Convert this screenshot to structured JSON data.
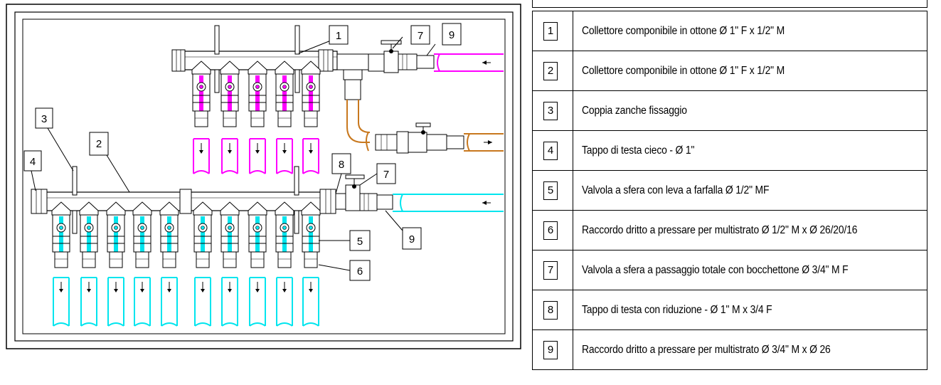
{
  "callouts": {
    "c1": "1",
    "c2": "2",
    "c3": "3",
    "c4": "4",
    "c5": "5",
    "c6": "6",
    "c7a": "7",
    "c7b": "7",
    "c8": "8",
    "c9a": "9",
    "c9b": "9"
  },
  "legend": {
    "items": [
      {
        "num": "1",
        "desc": "Collettore componibile in ottone Ø 1\" F x 1/2\" M"
      },
      {
        "num": "2",
        "desc": "Collettore componibile in ottone Ø 1\" F x 1/2\" M"
      },
      {
        "num": "3",
        "desc": "Coppia zanche fissaggio"
      },
      {
        "num": "4",
        "desc": "Tappo  di testa cieco - Ø 1\""
      },
      {
        "num": "5",
        "desc": "Valvola a sfera con leva a farfalla Ø 1/2\" MF"
      },
      {
        "num": "6",
        "desc": "Raccordo dritto a pressare per multistrato Ø 1/2\" M x Ø 26/20/16"
      },
      {
        "num": "7",
        "desc": "Valvola a sfera a passaggio totale con bocchettone Ø 3/4\" M F"
      },
      {
        "num": "8",
        "desc": "Tappo di testa con riduzione -  Ø 1\" M x 3/4 F"
      },
      {
        "num": "9",
        "desc": "Raccordo dritto a pressare per multistrato Ø 3/4\" M x Ø 26"
      }
    ]
  },
  "colors": {
    "upper_circuit": "#ff00ff",
    "lower_circuit": "#00e5ee",
    "return_pipe": "#c8781e",
    "line": "#000000"
  }
}
